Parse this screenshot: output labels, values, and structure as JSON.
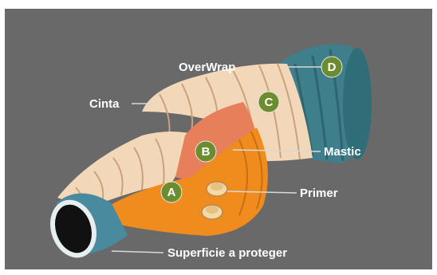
{
  "labels": {
    "overwrap": "OverWrap",
    "cinta": "Cinta",
    "mastic": "Mastic",
    "primer": "Primer",
    "superficie": "Superficie a proteger"
  },
  "badges": {
    "a": "A",
    "b": "B",
    "c": "C",
    "d": "D"
  },
  "colors": {
    "background": "#696969",
    "pipe": "#4a8a9e",
    "pipe_dark": "#2f6b7c",
    "tape": "#f2d8b8",
    "mastic": "#e77f5a",
    "primer": "#f08c1e",
    "overwrap": "#3f7f8b",
    "badge": "#6b8d2f"
  }
}
